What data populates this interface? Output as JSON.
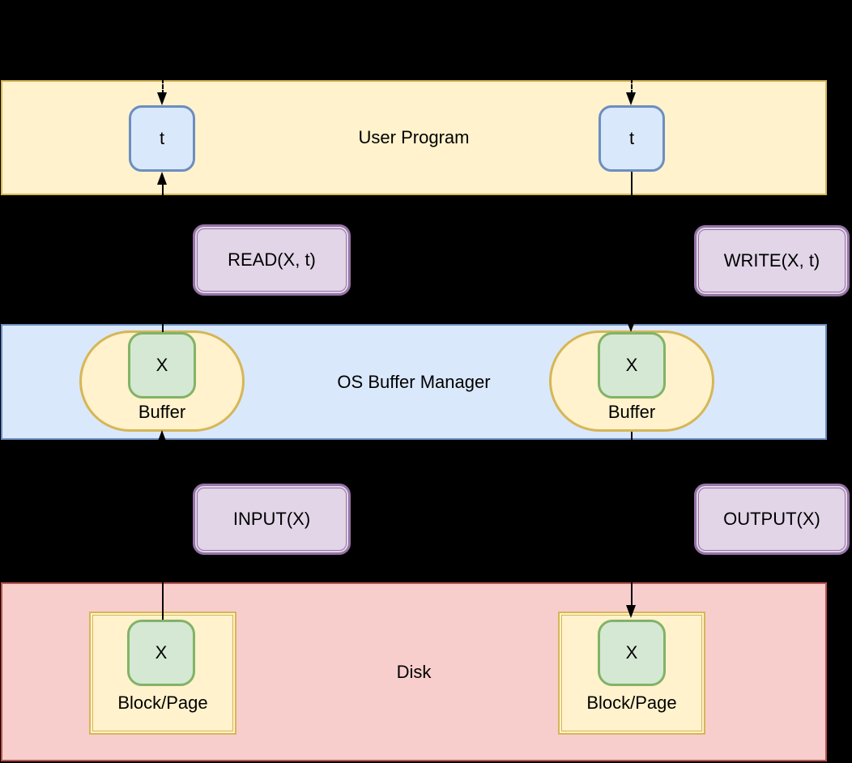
{
  "colors": {
    "background": "#000000",
    "yellow_fill": "#fff2cc",
    "yellow_stroke": "#d6b656",
    "blue_fill": "#dae8fc",
    "blue_stroke": "#6c8ebf",
    "green_fill": "#d5e8d4",
    "green_stroke": "#82b366",
    "red_fill": "#f8cecc",
    "red_stroke": "#b85450",
    "purple_fill": "#e1d5e7",
    "purple_stroke": "#9673a6",
    "line": "#000000"
  },
  "bands": {
    "user_program": {
      "label": "User Program"
    },
    "buffer_manager": {
      "label": "OS Buffer Manager"
    },
    "disk": {
      "label": "Disk"
    }
  },
  "nodes": {
    "t_left": {
      "label": "t"
    },
    "t_right": {
      "label": "t"
    },
    "buffer_left": {
      "x": "X",
      "label": "Buffer"
    },
    "buffer_right": {
      "x": "X",
      "label": "Buffer"
    },
    "block_left": {
      "x": "X",
      "label": "Block/Page"
    },
    "block_right": {
      "x": "X",
      "label": "Block/Page"
    }
  },
  "operations": {
    "read": {
      "label": "READ(X, t)"
    },
    "write": {
      "label": "WRITE(X, t)"
    },
    "input": {
      "label": "INPUT(X)"
    },
    "output": {
      "label": "OUTPUT(X)"
    }
  },
  "edges": [
    {
      "name": "incoming-dashed-left",
      "to": "t_left",
      "style": "dashed",
      "direction": "down"
    },
    {
      "name": "incoming-dashed-right",
      "to": "t_right",
      "style": "dashed",
      "direction": "down"
    },
    {
      "name": "read-flow",
      "from": "buffer_left",
      "to": "t_left",
      "style": "solid",
      "direction": "up"
    },
    {
      "name": "write-flow",
      "from": "t_right",
      "to": "buffer_right",
      "style": "solid",
      "direction": "down"
    },
    {
      "name": "input-flow",
      "from": "block_left",
      "to": "buffer_left",
      "style": "solid",
      "direction": "up"
    },
    {
      "name": "output-flow",
      "from": "buffer_right",
      "to": "block_right",
      "style": "solid",
      "direction": "down"
    }
  ]
}
